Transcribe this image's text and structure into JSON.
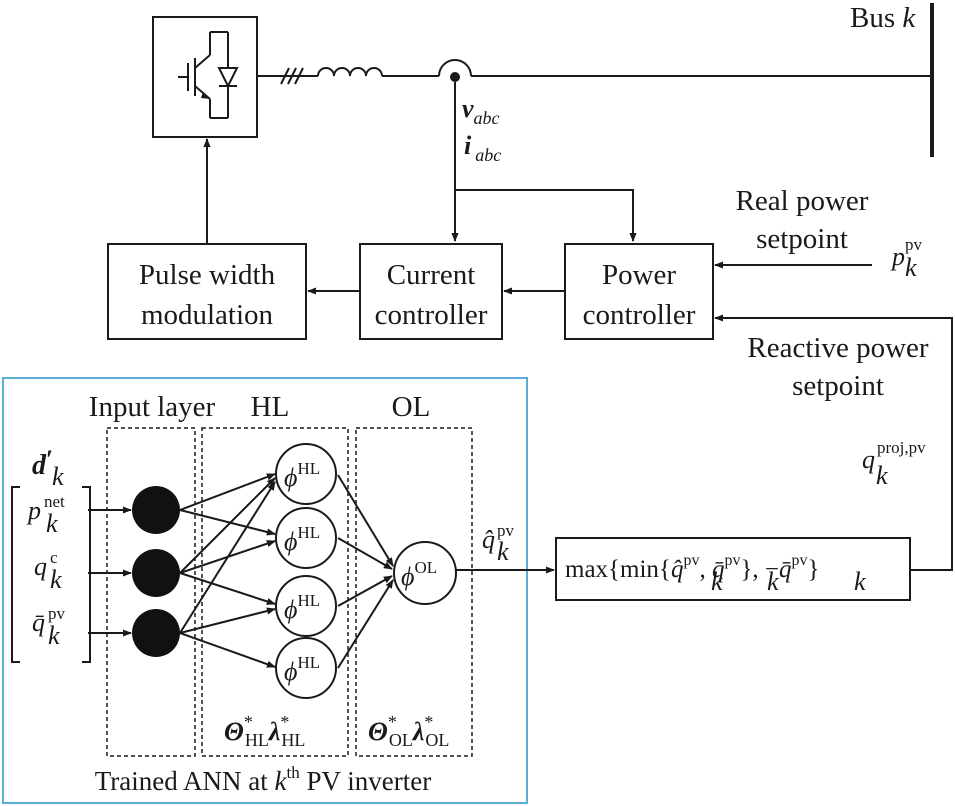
{
  "bus": {
    "label": "Bus",
    "index": "k"
  },
  "measurement": {
    "v_base": "v",
    "v_sub": "abc",
    "i_base": "i",
    "i_sub": "abc"
  },
  "blocks": {
    "pwm": [
      "Pulse width",
      "modulation"
    ],
    "current": [
      "Current",
      "controller"
    ],
    "power": [
      "Power",
      "controller"
    ]
  },
  "setpoints": {
    "real": [
      "Real power",
      "setpoint"
    ],
    "reactive": [
      "Reactive power",
      "setpoint"
    ],
    "p_symbol": {
      "base": "p",
      "sub": "k",
      "sup": "pv"
    },
    "q_symbol": {
      "base": "q",
      "sub": "k",
      "sup": "proj,pv"
    }
  },
  "ann": {
    "caption_pre": "Trained ANN at ",
    "caption_k": "k",
    "caption_th": "th",
    "caption_post": " PV inverter",
    "layers": {
      "input": "Input layer",
      "hidden": "HL",
      "output": "OL"
    },
    "input_vector": {
      "base": "d",
      "prime": "′",
      "sub": "k"
    },
    "inputs": [
      {
        "base": "p",
        "sub": "k",
        "sup": "net"
      },
      {
        "base": "q",
        "sub": "k",
        "sup": "c"
      },
      {
        "base": "q̄",
        "sub": "k",
        "sup": "pv"
      }
    ],
    "hl_node": {
      "base": "ϕ",
      "sup": "HL"
    },
    "ol_node": {
      "base": "ϕ",
      "sup": "OL"
    },
    "hl_params": {
      "theta": "Θ",
      "lambda": "λ",
      "star": "*",
      "sub": "HL"
    },
    "ol_params": {
      "theta": "Θ",
      "lambda": "λ",
      "star": "*",
      "sub": "OL"
    },
    "output": {
      "base": "q̂",
      "sub": "k",
      "sup": "pv"
    }
  },
  "projection": {
    "t1": "max{min{",
    "q1": "q̂",
    "k1": "k",
    "pv1": "pv",
    "t2": ", ",
    "q2": "q̄",
    "k2": "k",
    "pv2": "pv",
    "t3": "}, −",
    "q3": "q̄",
    "k3": "k",
    "pv3": "pv",
    "t4": "}"
  },
  "colors": {
    "ann_frame": "#5aaed6",
    "ink": "#1a1a1a"
  }
}
